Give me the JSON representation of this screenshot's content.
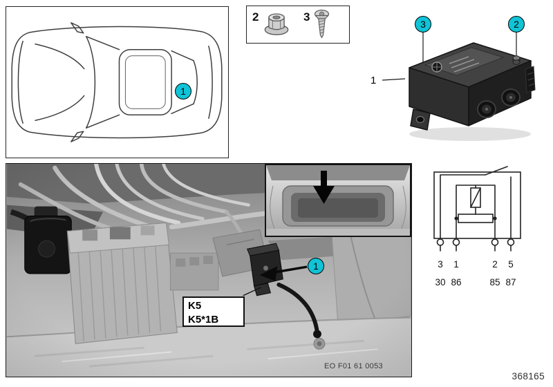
{
  "doc": {
    "part_number": "368165"
  },
  "car_view": {
    "callout": "1"
  },
  "hardware": {
    "nut": {
      "callout": "2"
    },
    "screw": {
      "callout": "3"
    }
  },
  "relay_view": {
    "item_label": "1",
    "screw_callout": "3",
    "nut_callout": "2"
  },
  "photo": {
    "callout": "1",
    "relay_label_line1": "K5",
    "relay_label_line2": "K5*1B",
    "image_code": "EO F01 61 0053"
  },
  "schematic": {
    "pin_numbers": [
      "3",
      "1",
      "2",
      "5"
    ],
    "din_terminals": [
      "30",
      "86",
      "85",
      "87"
    ]
  },
  "icons": [
    "flange-nut-icon",
    "screw-icon",
    "down-arrow-icon",
    "bmw-roundel-icon"
  ],
  "colors": {
    "callout_fill": "#10c3d6"
  }
}
